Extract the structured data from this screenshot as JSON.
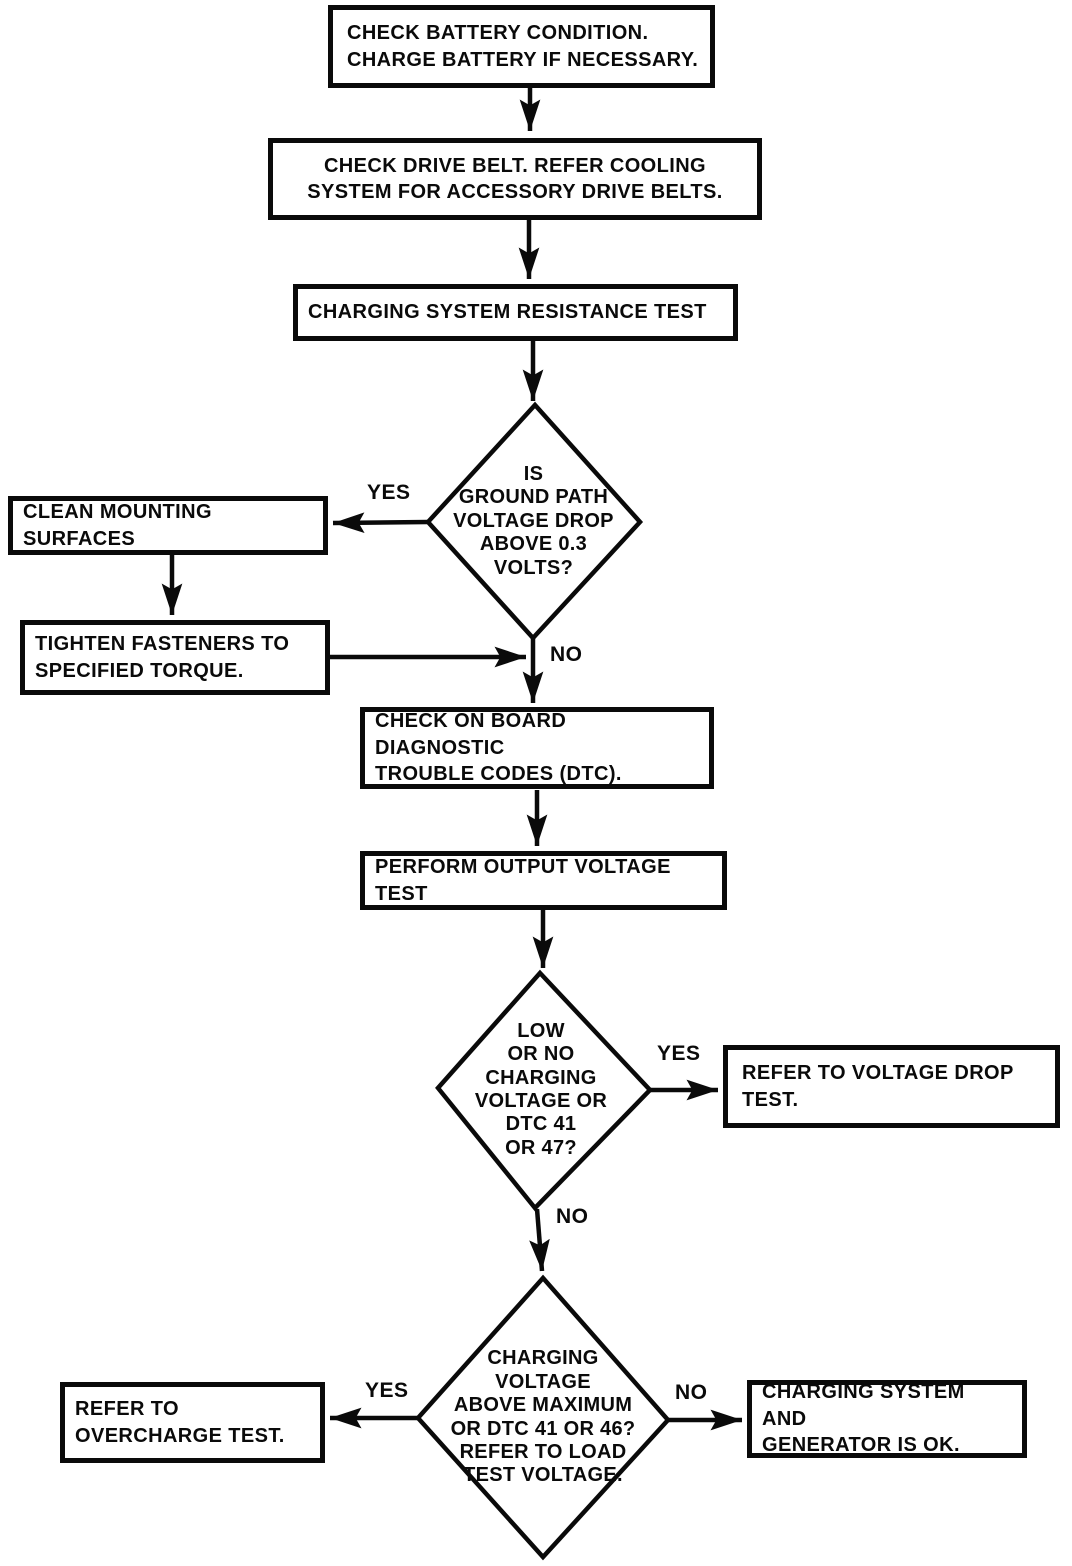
{
  "page": {
    "background": "#ffffff",
    "ink": "#0a0a0a"
  },
  "nodes": {
    "check_battery": {
      "type": "process",
      "label": "CHECK BATTERY CONDITION.\nCHARGE BATTERY IF NECESSARY."
    },
    "check_drive_belt": {
      "type": "process",
      "label": "CHECK DRIVE BELT. REFER COOLING\nSYSTEM FOR ACCESSORY DRIVE BELTS."
    },
    "resistance_test": {
      "type": "process",
      "label": "CHARGING SYSTEM RESISTANCE TEST"
    },
    "ground_path_decision": {
      "type": "decision",
      "label": "IS\nGROUND PATH\nVOLTAGE DROP\nABOVE 0.3\nVOLTS?"
    },
    "clean_mounting": {
      "type": "process",
      "label": "CLEAN MOUNTING SURFACES"
    },
    "tighten_fasteners": {
      "type": "process",
      "label": "TIGHTEN FASTENERS TO\nSPECIFIED TORQUE."
    },
    "check_dtc": {
      "type": "process",
      "label": "CHECK ON BOARD DIAGNOSTIC\nTROUBLE CODES (DTC)."
    },
    "output_voltage_test": {
      "type": "process",
      "label": "PERFORM OUTPUT VOLTAGE TEST"
    },
    "low_voltage_decision": {
      "type": "decision",
      "label": "LOW\nOR NO\nCHARGING\nVOLTAGE OR\nDTC 41\nOR 47?"
    },
    "voltage_drop_test": {
      "type": "process",
      "label": "REFER TO VOLTAGE DROP\nTEST."
    },
    "overcharge_decision": {
      "type": "decision",
      "label": "CHARGING\nVOLTAGE\nABOVE MAXIMUM\nOR DTC 41 OR 46?\nREFER TO LOAD\nTEST VOLTAGE."
    },
    "overcharge_test": {
      "type": "process",
      "label": "REFER TO\nOVERCHARGE TEST."
    },
    "system_ok": {
      "type": "process",
      "label": "CHARGING SYSTEM AND\nGENERATOR IS OK."
    }
  },
  "edge_labels": {
    "ground_path_yes": "YES",
    "ground_path_no": "NO",
    "low_voltage_yes": "YES",
    "low_voltage_no": "NO",
    "overcharge_yes": "YES",
    "overcharge_no": "NO"
  }
}
